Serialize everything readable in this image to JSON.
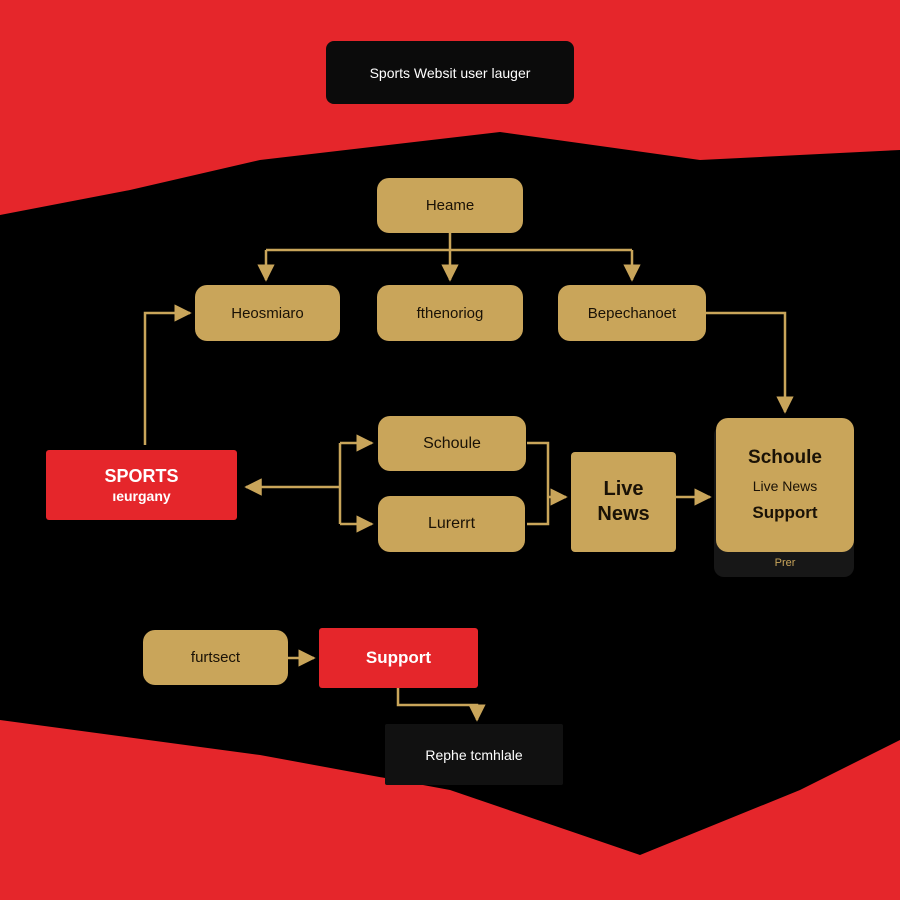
{
  "title": "Sports Websit user lauger",
  "nodes": {
    "home": "Heame",
    "headlines": "Heosmiaro",
    "etherioriq": "fthenoriog",
    "bepechanoet": "Bepechanoet",
    "sports_line1": "SPORTS",
    "sports_line2": "ıeurgany",
    "schedule_small": "Schoule",
    "current": "Lurerrt",
    "live_news": "Live News",
    "panel_title": "Schoule",
    "panel_line2": "Live News",
    "panel_line3": "Support",
    "panel_footer": "Prer",
    "fursect": "furtsect",
    "support": "Support",
    "reply": "Rephe tcmhlale"
  },
  "colors": {
    "background_red": "#e5262b",
    "band_black": "#000000",
    "node_gold": "#c9a55a",
    "node_red": "#e5262b",
    "connector": "#c9a55a"
  }
}
